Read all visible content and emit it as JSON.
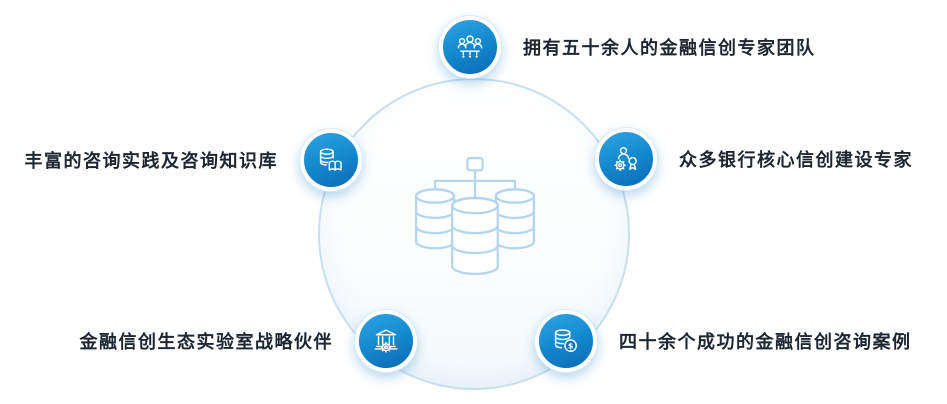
{
  "diagram": {
    "center": {
      "icon": "database-cluster-icon"
    },
    "nodes": [
      {
        "id": "expert-team",
        "icon": "team-icon",
        "position": "top",
        "label": "拥有五十余人的金融信创专家团队"
      },
      {
        "id": "core-experts",
        "icon": "engineer-medal-icon",
        "position": "right",
        "label": "众多银行核心信创建设专家"
      },
      {
        "id": "knowledge-base",
        "icon": "database-book-icon",
        "position": "left",
        "label": "丰富的咨询实践及咨询知识库"
      },
      {
        "id": "lab-partner",
        "icon": "bank-gear-icon",
        "position": "bottom-left",
        "label": "金融信创生态实验室战略伙伴"
      },
      {
        "id": "success-cases",
        "icon": "coins-dollar-icon",
        "position": "bottom-right",
        "label": "四十余个成功的金融信创咨询案例"
      }
    ],
    "colors": {
      "badge_blue": "#1b8fd6",
      "badge_blue_dark": "#0c6ab4",
      "circle_border": "#c9dff0",
      "label_text": "#1d2733",
      "center_art": "#b3d5ee"
    }
  }
}
